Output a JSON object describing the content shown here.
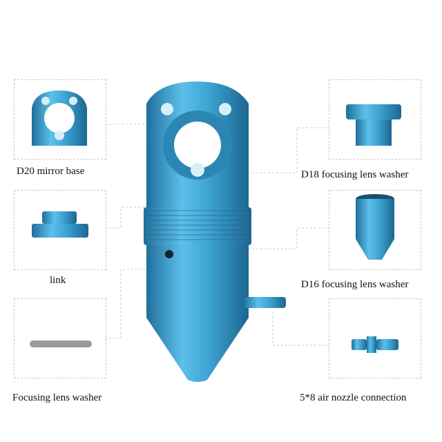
{
  "parts": {
    "left": [
      {
        "label": "D20 mirror base",
        "icon": "mirror-base"
      },
      {
        "label": "link",
        "icon": "link-ring"
      },
      {
        "label": "Focusing lens washer",
        "icon": "washer"
      }
    ],
    "right": [
      {
        "label": "D18 focusing lens washer",
        "icon": "knurled-washer"
      },
      {
        "label": "D16 focusing lens washer",
        "icon": "nozzle-cone"
      },
      {
        "label": "5*8 air nozzle connection",
        "icon": "air-fitting"
      }
    ]
  },
  "colors": {
    "part_blue": "#3ea4d4",
    "part_dark": "#1f6f9a",
    "dash": "#c8c8c8"
  }
}
